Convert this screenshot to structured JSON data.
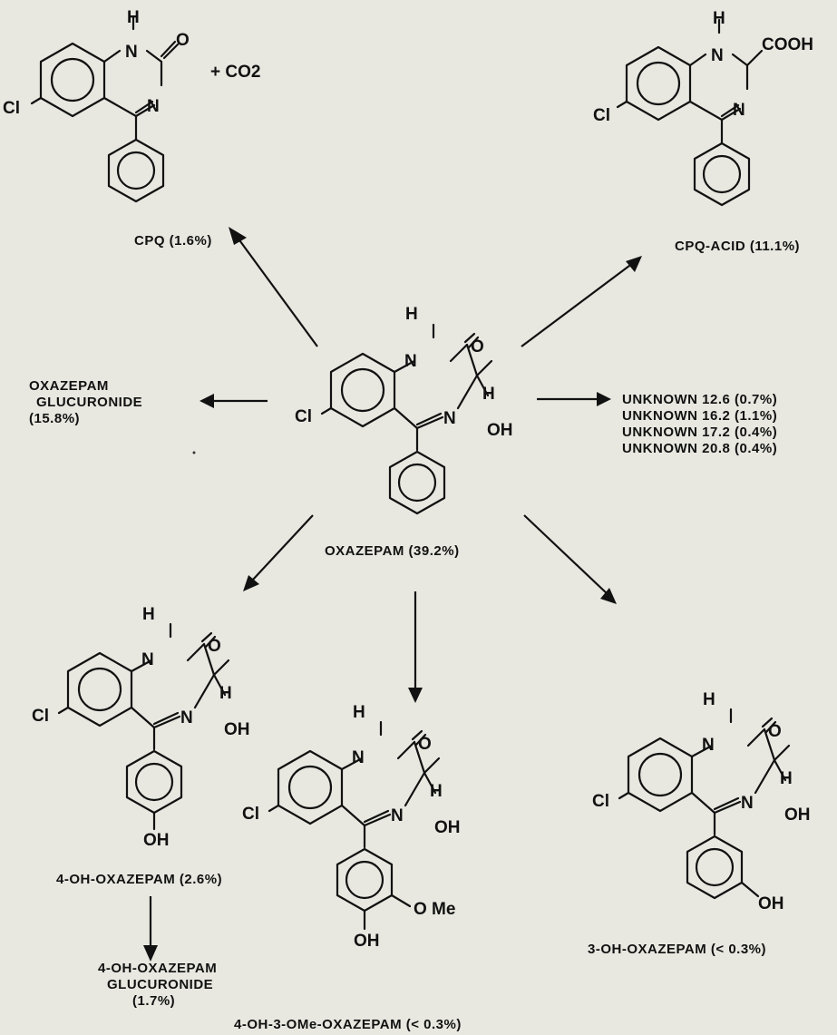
{
  "atoms": {
    "h": "H",
    "n": "N",
    "o": "O",
    "cl": "Cl",
    "oh": "OH",
    "ome": "O Me",
    "cooh": "COOH"
  },
  "co2": "+ CO2",
  "labels": {
    "cpq": "CPQ  (1.6%)",
    "cpq_acid": "CPQ-ACID  (11.1%)",
    "glucuronide": [
      "OXAZEPAM",
      "GLUCURONIDE",
      "(15.8%)"
    ],
    "unknowns": [
      "UNKNOWN  12.6  (0.7%)",
      "UNKNOWN  16.2  (1.1%)",
      "UNKNOWN  17.2  (0.4%)",
      "UNKNOWN  20.8  (0.4%)"
    ],
    "oxazepam": "OXAZEPAM  (39.2%)",
    "oh4": "4-OH-OXAZEPAM  (2.6%)",
    "oh4_gluc": [
      "4-OH-OXAZEPAM",
      "GLUCURONIDE",
      "(1.7%)"
    ],
    "oh4_ome3": "4-OH-3-OMe-OXAZEPAM  (< 0.3%)",
    "oh3": "3-OH-OXAZEPAM  (< 0.3%)"
  }
}
